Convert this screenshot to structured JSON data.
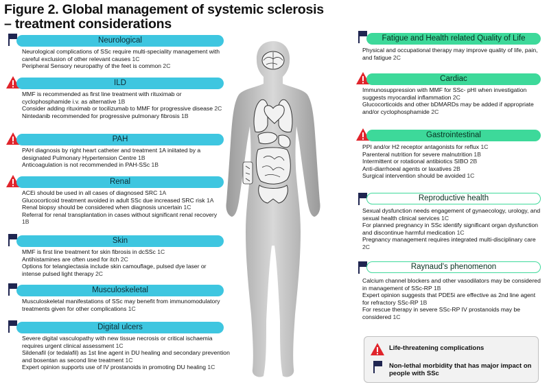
{
  "title": "Figure 2. Global management of systemic sclerosis – treatment considerations",
  "colors": {
    "left_header": "#3ec6e0",
    "right_header": "#3dd99a",
    "flag": "#1f2550",
    "warning": "#e0242b"
  },
  "icons": {
    "flag": "flag-icon",
    "warning": "warning-triangle-icon",
    "body": "human-body-icon"
  },
  "sections": {
    "neurological": {
      "label": "Neurological",
      "icon": "flag",
      "items": [
        {
          "text": "Neurological complications of SSc require multi-speciality management with careful exclusion of other relevant causes",
          "grade": "1C"
        },
        {
          "text": "Peripheral Sensory neuropathy of the feet is common",
          "grade": "2C"
        }
      ]
    },
    "ild": {
      "label": "ILD",
      "icon": "warning",
      "items": [
        {
          "text": "MMF is recommended as first line treatment with rituximab or cyclophosphamide i.v. as alternative",
          "grade": "1B"
        },
        {
          "text": "Consider adding rituximab or tocilizumab to MMF for progressive disease",
          "grade": "2C"
        },
        {
          "text": "Nintedanib recommended for progressive pulmonary fibrosis",
          "grade": "1B"
        }
      ]
    },
    "pah": {
      "label": "PAH",
      "icon": "warning",
      "items": [
        {
          "text": "PAH diagnosis by right heart catheter and treatment 1A iniitated by a designated Pulmonary Hypertension Centre",
          "grade": "1B"
        },
        {
          "text": "Anticoagulation is not recommended in PAH-SSc",
          "grade": "1B"
        }
      ]
    },
    "renal": {
      "label": "Renal",
      "icon": "warning",
      "items": [
        {
          "text": "ACEi should be used in all cases of diagnosed SRC",
          "grade": "1A"
        },
        {
          "text": "Glucocorticoid treatment avoided in adult SSc due increased SRC risk",
          "grade": "1A"
        },
        {
          "text": "Renal biopsy should be considered when diagnosis uncertain",
          "grade": "1C"
        },
        {
          "text": "Referral for renal transplantation in cases without significant renal recovery",
          "grade": "1B"
        }
      ]
    },
    "skin": {
      "label": "Skin",
      "icon": "flag",
      "items": [
        {
          "text": "MMF is first line treatment for skin fibrosis in dcSSc",
          "grade": "1C"
        },
        {
          "text": "Antihistamines are often used for itch",
          "grade": "2C"
        },
        {
          "text": "Options for telangiectasia include skin camouflage, pulsed dye laser or intense pulsed light therapy",
          "grade": "2C"
        }
      ]
    },
    "musculoskeletal": {
      "label": "Musculoskeletal",
      "icon": "flag",
      "items": [
        {
          "text": "Musculoskeletal manifestations of SSc may benefit from immunomodulatory treatments given for other complications",
          "grade": "1C"
        }
      ]
    },
    "digital_ulcers": {
      "label": "Digital ulcers",
      "icon": "flag",
      "items": [
        {
          "text": "Severe digital vasculopathy with new tissue necrosis or critical ischaemia requires urgent clinical assessment",
          "grade": "1C"
        },
        {
          "text": "Sildenafil (or tedalafil) as 1st line agent in DU healing and secondary prevention and bosentan as second line treatment",
          "grade": "1C"
        },
        {
          "text": "Expert opinion supports use of IV prostanoids in promoting DU healing",
          "grade": "1C"
        }
      ]
    },
    "fatigue": {
      "label": "Fatigue and Health related Quality of Life",
      "icon": "flag",
      "items": [
        {
          "text": "Physical and occupational therapy may improve quality of life, pain, and fatigue",
          "grade": "2C"
        }
      ]
    },
    "cardiac": {
      "label": "Cardiac",
      "icon": "warning",
      "items": [
        {
          "text": "Immunosuppression with MMF for SSc- pHI when investigation suggests myocardial inflammation",
          "grade": "2C"
        },
        {
          "text": "Glucocorticoids and other bDMARDs may be added if appropriate and/or cyclophosphamide",
          "grade": "2C"
        }
      ]
    },
    "gastrointestinal": {
      "label": "Gastrointestinal",
      "icon": "warning",
      "items": [
        {
          "text": "PPI and/or H2 receptor antagonists for reflux",
          "grade": "1C"
        },
        {
          "text": "Parenteral nutrition for severe malnutrition",
          "grade": "1B"
        },
        {
          "text": "Intermittent or rotational antibiotics SIBO",
          "grade": "2B"
        },
        {
          "text": "Anti-diarrhoeal agents or laxatives",
          "grade": "2B"
        },
        {
          "text": "Surgical intervention should be avoided",
          "grade": "1C"
        }
      ]
    },
    "reproductive": {
      "label": "Reproductive health",
      "icon": "flag",
      "items": [
        {
          "text": "Sexual dysfunction needs engagement of gynaecology, urology, and sexual health clinical services",
          "grade": "1C"
        },
        {
          "text": "For planned pregnancy in SSc identify significant organ dysfunction and discontinue harmful medication",
          "grade": "1C"
        },
        {
          "text": "Pregnancy management requires integrated multi-disciplinary care",
          "grade": "2C"
        }
      ]
    },
    "raynaud": {
      "label": "Raynaud's phenomenon",
      "icon": "flag",
      "items": [
        {
          "text": "Calcium channel blockers and other vasodilators may be considered in management of SSc-RP",
          "grade": "1B"
        },
        {
          "text": "Expert opinion suggests that PDE5i are effective as 2nd line agent for refractory SSc-RP",
          "grade": "1B"
        },
        {
          "text": "For rescue therapy in severe SSc-RP IV prostanoids may be considered",
          "grade": "1C"
        }
      ]
    }
  },
  "legend": {
    "life_threatening": "Life-threatening complications",
    "non_lethal": "Non-lethal morbidity that has major impact on people with SSc"
  }
}
